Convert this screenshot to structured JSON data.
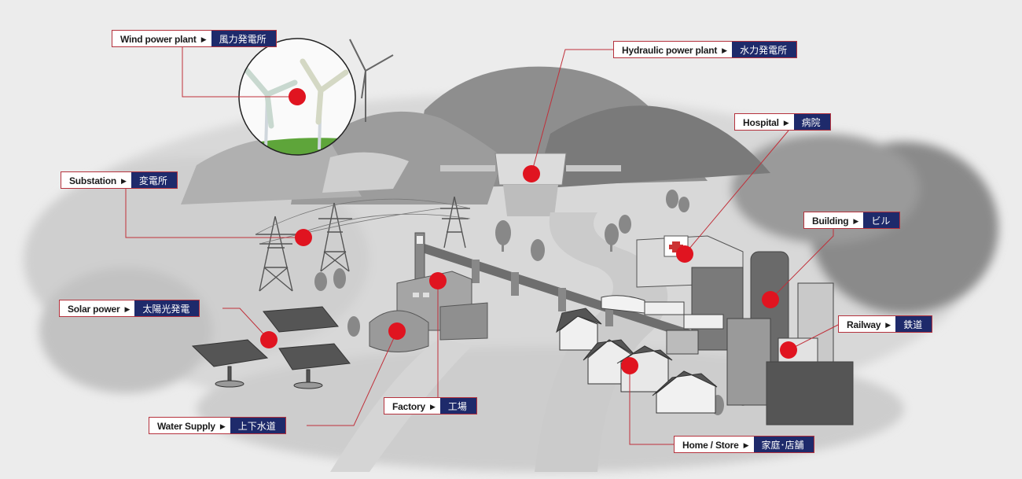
{
  "colors": {
    "label_border": "#b5323d",
    "label_jp_bg": "#1e2a6b",
    "marker": "#e01420",
    "leader_line": "#c0303a",
    "background": "#ececec"
  },
  "arrow_glyph": "▶",
  "labels": {
    "wind": {
      "en": "Wind power plant",
      "jp": "風力発電所"
    },
    "hydraulic": {
      "en": "Hydraulic power plant",
      "jp": "水力発電所"
    },
    "hospital": {
      "en": "Hospital",
      "jp": "病院"
    },
    "substation": {
      "en": "Substation",
      "jp": "変電所"
    },
    "building": {
      "en": "Building",
      "jp": "ビル"
    },
    "solar": {
      "en": "Solar power",
      "jp": "太陽光発電"
    },
    "railway": {
      "en": "Railway",
      "jp": "鉄道"
    },
    "factory": {
      "en": "Factory",
      "jp": "工場"
    },
    "water": {
      "en": "Water Supply",
      "jp": "上下水道"
    },
    "home": {
      "en": "Home / Store",
      "jp": "家庭･店舗"
    }
  }
}
